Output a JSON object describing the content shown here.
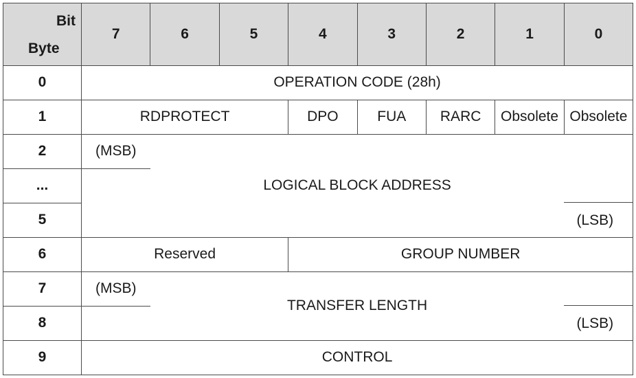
{
  "header": {
    "bit_label": "Bit",
    "byte_label": "Byte",
    "bits": [
      "7",
      "6",
      "5",
      "4",
      "3",
      "2",
      "1",
      "0"
    ]
  },
  "bytes": [
    "0",
    "1",
    "2",
    "...",
    "5",
    "6",
    "7",
    "8",
    "9"
  ],
  "fields": {
    "operation_code": "OPERATION CODE (28h)",
    "rdprotect": "RDPROTECT",
    "dpo": "DPO",
    "fua": "FUA",
    "rarc": "RARC",
    "obsolete_1": "Obsolete",
    "obsolete_0": "Obsolete",
    "lba_msb": "(MSB)",
    "lba": "LOGICAL BLOCK ADDRESS",
    "lba_lsb": "(LSB)",
    "reserved": "Reserved",
    "group_number": "GROUP NUMBER",
    "tl_msb": "(MSB)",
    "transfer_length": "TRANSFER LENGTH",
    "tl_lsb": "(LSB)",
    "control": "CONTROL"
  }
}
